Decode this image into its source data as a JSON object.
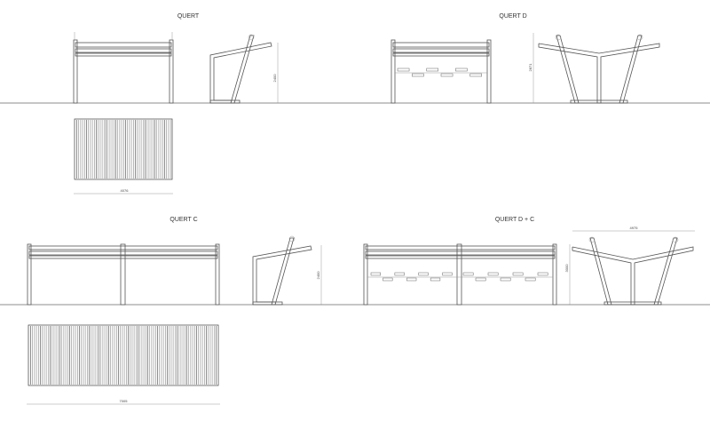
{
  "drawings": {
    "quert": {
      "title": "QUERT",
      "height_dim": "2400",
      "width_dim": "4076"
    },
    "quert_d": {
      "title": "QUERT D",
      "height_dim": "2871"
    },
    "quert_c": {
      "title": "QUERT C",
      "height_dim": "2400",
      "width_dim": "7005"
    },
    "quert_dc": {
      "title": "QUERT D + C",
      "height_dim": "3000",
      "width_dim": "4975"
    }
  },
  "colors": {
    "line": "#555555",
    "background": "#ffffff"
  }
}
